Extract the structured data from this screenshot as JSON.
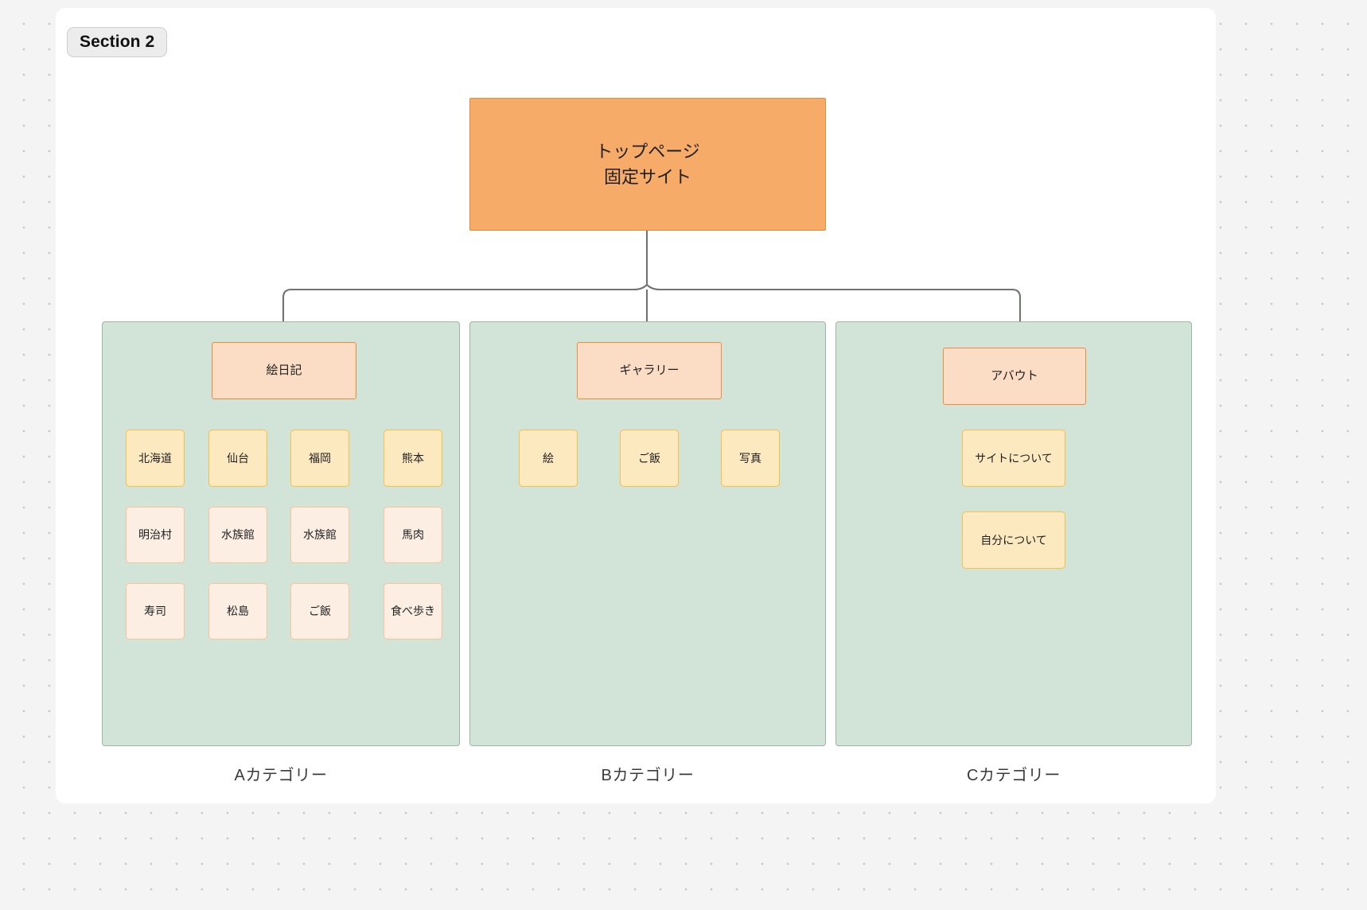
{
  "badge": {
    "label": "Section 2"
  },
  "root": {
    "label": "トップページ\n固定サイト"
  },
  "groups": [
    {
      "id": "a",
      "label": "Aカテゴリー"
    },
    {
      "id": "b",
      "label": "Bカテゴリー"
    },
    {
      "id": "c",
      "label": "Cカテゴリー"
    }
  ],
  "columnA": {
    "head": "絵日記",
    "branches": [
      {
        "lvl2": "北海道",
        "lvl3": "明治村",
        "lvl4": "寿司"
      },
      {
        "lvl2": "仙台",
        "lvl3": "水族館",
        "lvl4": "松島"
      },
      {
        "lvl2": "福岡",
        "lvl3": "水族館",
        "lvl4": "ご飯"
      },
      {
        "lvl2": "熊本",
        "lvl3": "馬肉",
        "lvl4": "食べ歩き"
      }
    ]
  },
  "columnB": {
    "head": "ギャラリー",
    "branches": [
      {
        "lvl2": "絵"
      },
      {
        "lvl2": "ご飯"
      },
      {
        "lvl2": "写真"
      }
    ]
  },
  "columnC": {
    "head": "アバウト",
    "chain": [
      "サイトについて",
      "自分について"
    ]
  },
  "colors": {
    "root_fill": "#f7ab68",
    "root_stroke": "#e8893c",
    "lvl1_fill": "#fbdcc4",
    "lvl1_stroke": "#f08a3c",
    "lvl2_fill": "#fde9bf",
    "lvl2_stroke": "#f6bf4a",
    "lvl3_fill": "#fdeee3",
    "lvl3_stroke": "#f9c49a",
    "group_fill": "#d2e4d8",
    "group_stroke": "#9fb4a5",
    "wire": "#70736f",
    "canvas": "#ffffff",
    "backdrop": "#f4f4f4"
  }
}
